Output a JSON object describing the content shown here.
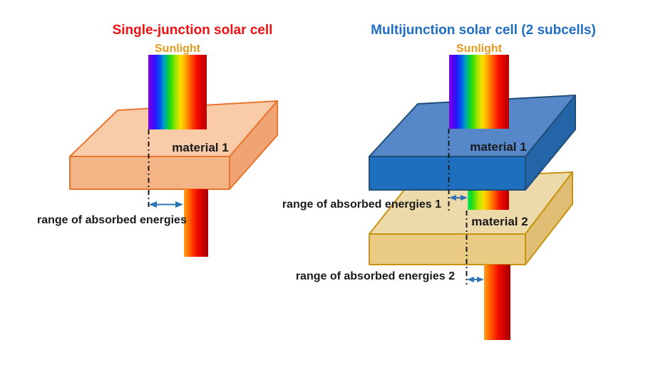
{
  "left_panel": {
    "title": "Single-junction solar cell",
    "sunlight_label": "Sunlight",
    "material1_label": "material 1",
    "range_label": "range of absorbed energies"
  },
  "right_panel": {
    "title": "Multijunction solar cell (2 subcells)",
    "sunlight_label": "Sunlight",
    "material1_label": "material 1",
    "material2_label": "material 2",
    "range1_label": "range of absorbed energies 1",
    "range2_label": "range of absorbed energies 2"
  },
  "colors": {
    "background": "#ffffff",
    "left_title": "#ee1111",
    "right_title": "#1f6ec4",
    "sunlight": "#e59a1c",
    "label_text": "#1a1a1a",
    "arrow": "#2e75b6",
    "dash_line": "#1a1a1a",
    "slab_single_material1": {
      "top": "#f9cba8",
      "front": "#f5b486",
      "side": "#f0a474",
      "stroke": "#e8742e"
    },
    "slab_multi_material1": {
      "top": "#5687c9",
      "front": "#1f6fbf",
      "side": "#2465a8",
      "stroke": "#1f4e79"
    },
    "slab_multi_material2": {
      "top": "#eddaab",
      "front": "#eacb84",
      "side": "#dfbd72",
      "stroke": "#c89310"
    }
  },
  "gradients": {
    "sunlight_full_spectrum": [
      "#7d00d8",
      "#6000f0",
      "#2a14ff",
      "#0055f0",
      "#00a0c0",
      "#00c850",
      "#32dc00",
      "#aae600",
      "#ffdc00",
      "#ffa400",
      "#ff5e00",
      "#f51400",
      "#dc0000",
      "#b40000"
    ],
    "after_material1_spectrum": [
      "#2fe070",
      "#00dc28",
      "#55e000",
      "#bcec00",
      "#ffd800",
      "#ffa000",
      "#ff5a00",
      "#f01000",
      "#d80000",
      "#b00000"
    ],
    "transmitted_red_spectrum": [
      "#ffa028",
      "#ff7800",
      "#ff3c00",
      "#ee0c00",
      "#d40000",
      "#a00000"
    ]
  }
}
